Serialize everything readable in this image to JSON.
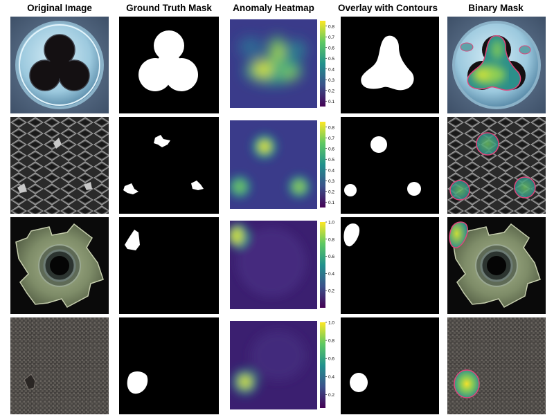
{
  "headers": {
    "original": "Original Image",
    "ground_truth": "Ground Truth Mask",
    "heatmap": "Anomaly Heatmap",
    "overlay": "Overlay with Contours",
    "binary": "Binary Mask"
  },
  "rows": [
    {
      "subject": "circular-part-with-three-lobes",
      "colorbar_ticks": [
        "0.8",
        "0.7",
        "0.6",
        "0.5",
        "0.4",
        "0.3",
        "0.2",
        "0.1"
      ],
      "colorbar_min": 0.05,
      "colorbar_max": 0.85
    },
    {
      "subject": "metal-mesh-grid",
      "colorbar_ticks": [
        "0.8",
        "0.7",
        "0.6",
        "0.5",
        "0.4",
        "0.3",
        "0.2",
        "0.1"
      ],
      "colorbar_min": 0.05,
      "colorbar_max": 0.85
    },
    {
      "subject": "metal-nut",
      "colorbar_ticks": [
        "1.0",
        "0.8",
        "0.6",
        "0.4",
        "0.2"
      ],
      "colorbar_min": 0.0,
      "colorbar_max": 1.0
    },
    {
      "subject": "woven-fabric",
      "colorbar_ticks": [
        "1.0",
        "0.8",
        "0.6",
        "0.4",
        "0.2"
      ],
      "colorbar_min": 0.05,
      "colorbar_max": 1.0
    }
  ],
  "colors": {
    "viridis_low": "#440154",
    "viridis_mid": "#21918c",
    "viridis_high": "#fde725",
    "contour": "#e0457b"
  }
}
